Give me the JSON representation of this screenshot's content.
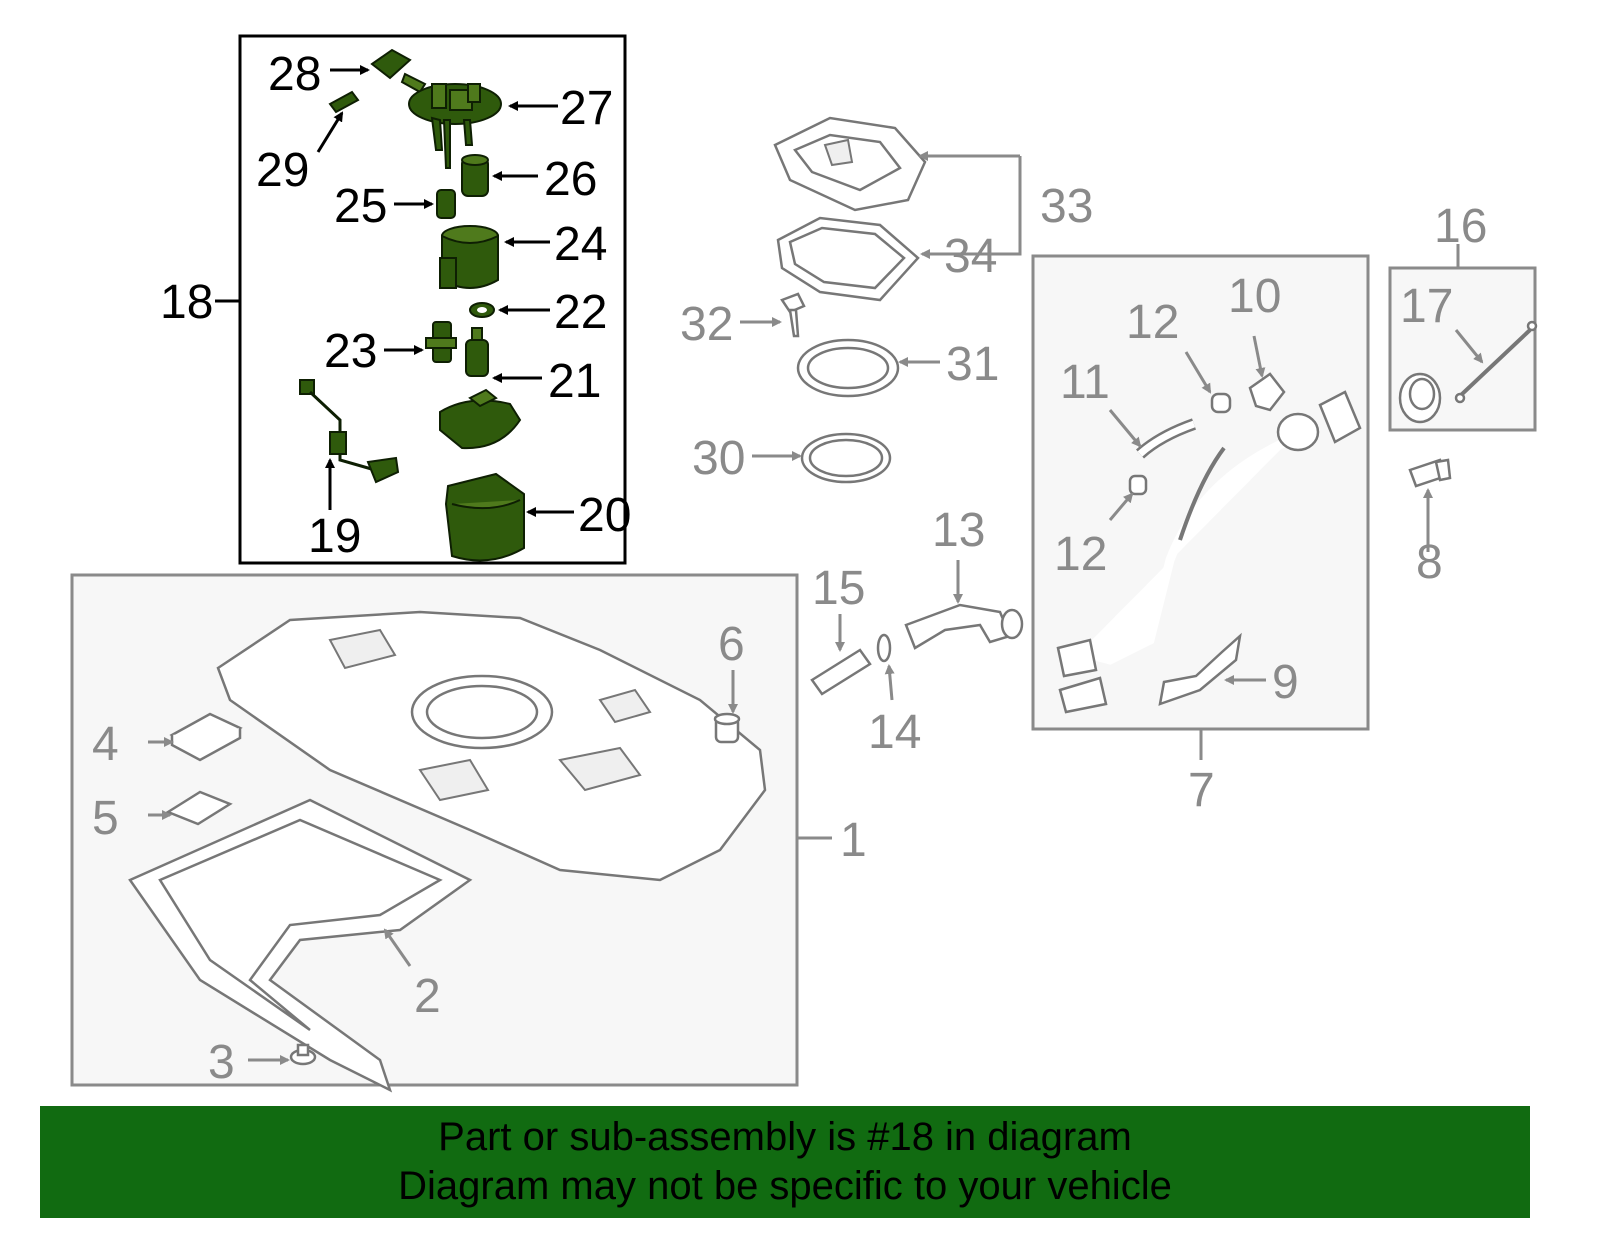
{
  "callouts": {
    "c1": "1",
    "c2": "2",
    "c3": "3",
    "c4": "4",
    "c5": "5",
    "c6": "6",
    "c7": "7",
    "c8": "8",
    "c9": "9",
    "c10": "10",
    "c11": "11",
    "c12a": "12",
    "c12b": "12",
    "c13": "13",
    "c14": "14",
    "c15": "15",
    "c16": "16",
    "c17": "17",
    "c18": "18",
    "c19": "19",
    "c20": "20",
    "c21": "21",
    "c22": "22",
    "c23": "23",
    "c24": "24",
    "c25": "25",
    "c26": "26",
    "c27": "27",
    "c28": "28",
    "c29": "29",
    "c30": "30",
    "c31": "31",
    "c32": "32",
    "c33": "33",
    "c34": "34"
  },
  "highlight_color": "#2f5a0c",
  "banner": {
    "line1": "Part or sub-assembly is #18 in diagram",
    "line2": "Diagram may not be specific to your vehicle",
    "color": "#116b11"
  }
}
